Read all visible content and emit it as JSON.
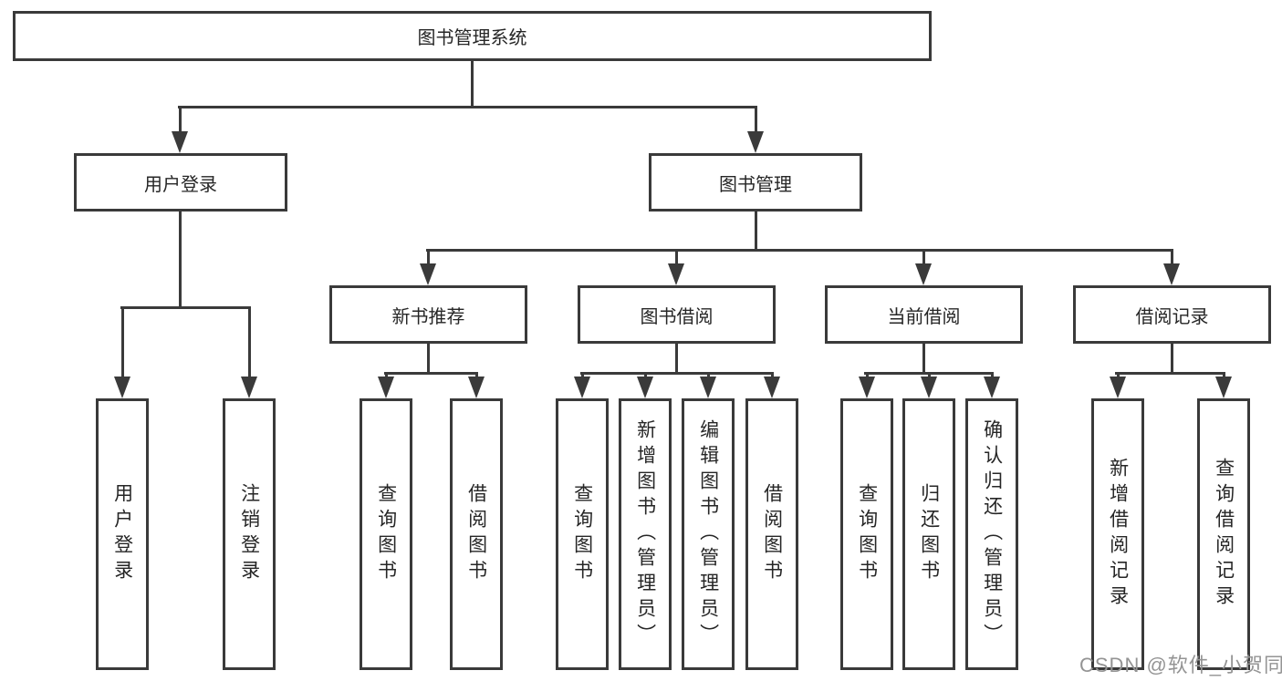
{
  "diagram": {
    "root": {
      "label": "图书管理系统"
    },
    "branches": [
      {
        "label": "用户登录",
        "children": [
          {
            "label": "用户登录"
          },
          {
            "label": "注销登录"
          }
        ]
      },
      {
        "label": "图书管理",
        "children": [
          {
            "label": "新书推荐",
            "children": [
              {
                "label": "查询图书"
              },
              {
                "label": "借阅图书"
              }
            ]
          },
          {
            "label": "图书借阅",
            "children": [
              {
                "label": "查询图书"
              },
              {
                "label": "新增图书（管理员）"
              },
              {
                "label": "编辑图书（管理员）"
              },
              {
                "label": "借阅图书"
              }
            ]
          },
          {
            "label": "当前借阅",
            "children": [
              {
                "label": "查询图书"
              },
              {
                "label": "归还图书"
              },
              {
                "label": "确认归还（管理员）"
              }
            ]
          },
          {
            "label": "借阅记录",
            "children": [
              {
                "label": "新增借阅记录"
              },
              {
                "label": "查询借阅记录"
              }
            ]
          }
        ]
      }
    ]
  },
  "watermark": {
    "text": "CSDN @软件_小贺同学",
    "color": "#949494"
  },
  "colors": {
    "line": "#3a3a3a",
    "box_border": "#3a3a3a",
    "box_fill": "#ffffff",
    "text": "#262626",
    "background": "#ffffff"
  }
}
